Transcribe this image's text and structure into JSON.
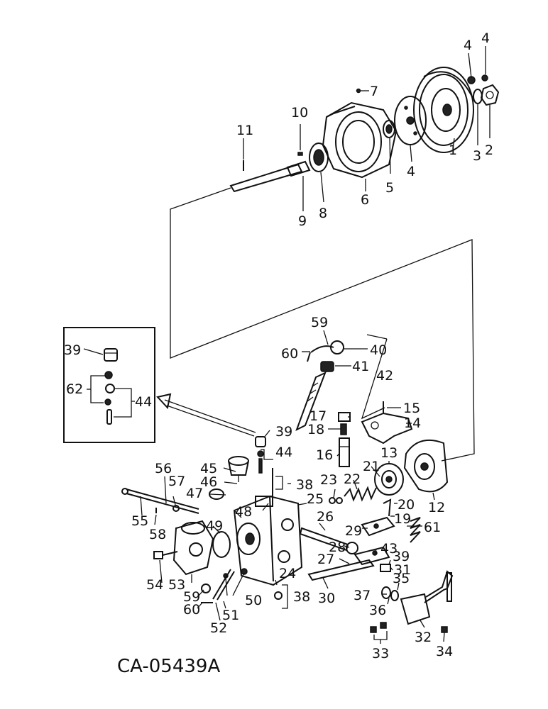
{
  "drawing_code": "CA-05439A",
  "callouts": [
    {
      "id": "c1",
      "text": "1"
    },
    {
      "id": "c2",
      "text": "2"
    },
    {
      "id": "c3",
      "text": "3"
    },
    {
      "id": "c4a",
      "text": "4"
    },
    {
      "id": "c4b",
      "text": "4"
    },
    {
      "id": "c4c",
      "text": "4"
    },
    {
      "id": "c5",
      "text": "5"
    },
    {
      "id": "c6",
      "text": "6"
    },
    {
      "id": "c7",
      "text": "7"
    },
    {
      "id": "c8",
      "text": "8"
    },
    {
      "id": "c9",
      "text": "9"
    },
    {
      "id": "c10",
      "text": "10"
    },
    {
      "id": "c11",
      "text": "11"
    },
    {
      "id": "c12",
      "text": "12"
    },
    {
      "id": "c13",
      "text": "13"
    },
    {
      "id": "c14",
      "text": "14"
    },
    {
      "id": "c15",
      "text": "15"
    },
    {
      "id": "c16",
      "text": "16"
    },
    {
      "id": "c17",
      "text": "17"
    },
    {
      "id": "c18",
      "text": "18"
    },
    {
      "id": "c19",
      "text": "19"
    },
    {
      "id": "c20",
      "text": "20"
    },
    {
      "id": "c21",
      "text": "21"
    },
    {
      "id": "c22",
      "text": "22"
    },
    {
      "id": "c23",
      "text": "23"
    },
    {
      "id": "c24",
      "text": "24"
    },
    {
      "id": "c25",
      "text": "25"
    },
    {
      "id": "c26",
      "text": "26"
    },
    {
      "id": "c27",
      "text": "27"
    },
    {
      "id": "c28",
      "text": "28"
    },
    {
      "id": "c29",
      "text": "29"
    },
    {
      "id": "c30",
      "text": "30"
    },
    {
      "id": "c31",
      "text": "31"
    },
    {
      "id": "c32",
      "text": "32"
    },
    {
      "id": "c33",
      "text": "33"
    },
    {
      "id": "c34",
      "text": "34"
    },
    {
      "id": "c35",
      "text": "35"
    },
    {
      "id": "c36",
      "text": "36"
    },
    {
      "id": "c37",
      "text": "37"
    },
    {
      "id": "c38a",
      "text": "38"
    },
    {
      "id": "c38b",
      "text": "38"
    },
    {
      "id": "c39a",
      "text": "39"
    },
    {
      "id": "c39b",
      "text": "39"
    },
    {
      "id": "c39c",
      "text": "39"
    },
    {
      "id": "c40",
      "text": "40"
    },
    {
      "id": "c41",
      "text": "41"
    },
    {
      "id": "c42",
      "text": "42"
    },
    {
      "id": "c43",
      "text": "43"
    },
    {
      "id": "c44a",
      "text": "44"
    },
    {
      "id": "c44b",
      "text": "44"
    },
    {
      "id": "c45",
      "text": "45"
    },
    {
      "id": "c46",
      "text": "46"
    },
    {
      "id": "c47",
      "text": "47"
    },
    {
      "id": "c48",
      "text": "48"
    },
    {
      "id": "c49",
      "text": "49"
    },
    {
      "id": "c50",
      "text": "50"
    },
    {
      "id": "c51",
      "text": "51"
    },
    {
      "id": "c52",
      "text": "52"
    },
    {
      "id": "c53",
      "text": "53"
    },
    {
      "id": "c54",
      "text": "54"
    },
    {
      "id": "c55",
      "text": "55"
    },
    {
      "id": "c56",
      "text": "56"
    },
    {
      "id": "c57",
      "text": "57"
    },
    {
      "id": "c58",
      "text": "58"
    },
    {
      "id": "c59a",
      "text": "59"
    },
    {
      "id": "c59b",
      "text": "59"
    },
    {
      "id": "c60a",
      "text": "60"
    },
    {
      "id": "c60b",
      "text": "60"
    },
    {
      "id": "c61",
      "text": "61"
    },
    {
      "id": "c62",
      "text": "62"
    }
  ]
}
